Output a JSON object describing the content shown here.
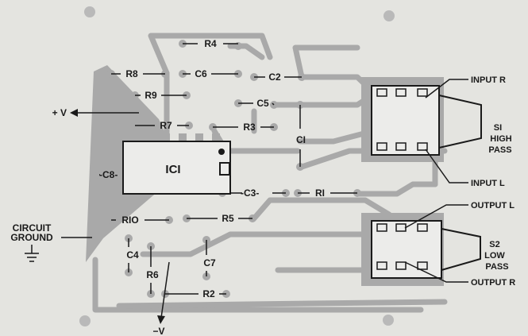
{
  "labels": {
    "r4": "R4",
    "r8": "R8",
    "c6": "C6",
    "c2": "C2",
    "r9": "R9",
    "c5": "C5",
    "r7": "R7",
    "r3": "R3",
    "c1": "CI",
    "c8": "C8",
    "ic1": "ICI",
    "c3": "C3",
    "r1": "RI",
    "r10": "RIO",
    "r5": "R5",
    "c4": "C4",
    "r6": "R6",
    "c7": "C7",
    "r2": "R2"
  },
  "callouts": {
    "plus_v": "+ V",
    "minus_v": "−V",
    "ground_line1": "CIRCUIT",
    "ground_line2": "GROUND",
    "input_r": "INPUT R",
    "input_l": "INPUT L",
    "output_l": "OUTPUT L",
    "output_r": "OUTPUT R"
  },
  "switches": {
    "s1": {
      "name": "SI",
      "line1": "HIGH",
      "line2": "PASS"
    },
    "s2": {
      "name": "S2",
      "line1": "LOW",
      "line2": "PASS"
    }
  },
  "colors": {
    "background": "#e4e4e0",
    "trace": "#a9a9a9",
    "ink": "#1a1a1a",
    "mounting_hole": "#b9b9b9"
  }
}
